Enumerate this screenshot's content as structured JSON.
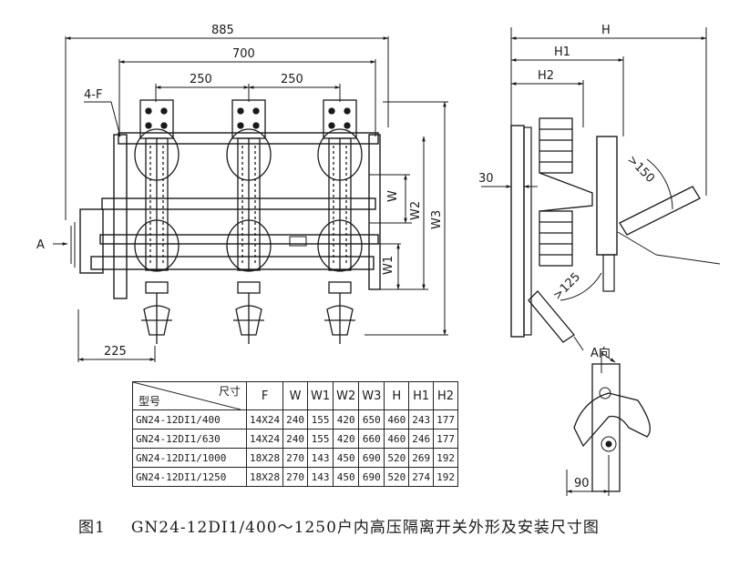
{
  "dimensions": {
    "overall_width": "885",
    "mount_width": "700",
    "pole_pitch_left": "250",
    "pole_pitch_right": "250",
    "mount_hole": "4-F",
    "view_marker": "A",
    "base_offset": "225",
    "w": "W",
    "w1": "W1",
    "w2": "W2",
    "w3": "W3",
    "h": "H",
    "h1": "H1",
    "h2": "H2",
    "side_offset": "30",
    "angle_150": ">150",
    "angle_125": ">125",
    "view_a_label": "A向",
    "view_a_dim": "90"
  },
  "table": {
    "corner_size": "尺寸",
    "corner_model": "型号",
    "headers": [
      "F",
      "W",
      "W1",
      "W2",
      "W3",
      "H",
      "H1",
      "H2"
    ],
    "rows": [
      [
        "GN24-12DI1/400",
        "14X24",
        "240",
        "155",
        "420",
        "650",
        "460",
        "243",
        "177"
      ],
      [
        "GN24-12DI1/630",
        "14X24",
        "240",
        "155",
        "420",
        "660",
        "460",
        "246",
        "177"
      ],
      [
        "GN24-12DI1/1000",
        "18X28",
        "270",
        "143",
        "450",
        "690",
        "520",
        "269",
        "192"
      ],
      [
        "GN24-12DI1/1250",
        "18X28",
        "270",
        "143",
        "450",
        "690",
        "520",
        "274",
        "192"
      ]
    ]
  },
  "caption": {
    "figure_no": "图1",
    "text": "GN24-12DⅠ1/400～1250户内高压隔离开关外形及安装尺寸图"
  }
}
